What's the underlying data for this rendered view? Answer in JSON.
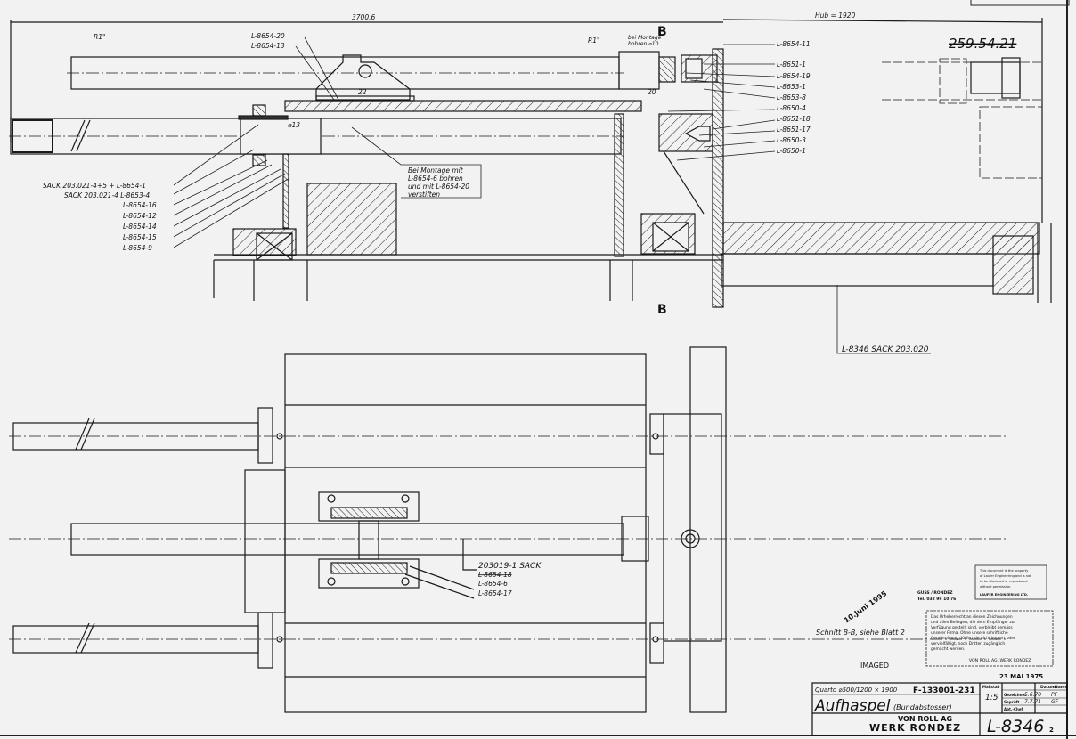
{
  "drawing": {
    "dimensions": {
      "overall_length": "3700.6",
      "stroke": "Hub = 1920",
      "r1_left": "R1\"",
      "r1_right": "R1\"",
      "d22": "22",
      "d20": "20",
      "d13": "⌀13",
      "section_top": "B",
      "section_bottom": "B"
    },
    "drill_note": [
      "bei Montage",
      "bohren ⌀10"
    ],
    "crossed_number": "259.54.21",
    "top_left_labels": [
      "L-8654-20",
      "L-8654-13"
    ],
    "bottom_left_labels": [
      "SACK 203.021-4+5  +  L-8654-1",
      "SACK 203.021-4  L-8653-4",
      "L-8654-16",
      "L-8654-12",
      "L-8654-14",
      "L-8654-15",
      "L-8654-9"
    ],
    "mounting_note": [
      "Bei Montage mit",
      "L-8654-6 bohren",
      "und mit L-8654-20",
      "verstiften"
    ],
    "right_labels": [
      "L-8654-11",
      "L-8651-1",
      "L-8654-19",
      "L-8653-1",
      "L-8653-8",
      "L-8650-4",
      "L-8651-18",
      "L-8651-17",
      "L-8650-3",
      "L-8650-1"
    ],
    "base_label": "L-8346  SACK 203.020",
    "plan_labels": [
      "203019-1 SACK",
      "L-8654-18",
      "L-8654-6",
      "L-8654-17"
    ],
    "section_note": "Schnitt B-B, siehe Blatt 2",
    "imaged_stamp": "IMAGED",
    "date_stamp": "10.Juni 1995",
    "received_stamp": "23 MAI 1975",
    "small_stamp": [
      "GUSS / RONDEZ",
      "Tel. 032 99 10 76"
    ],
    "copyright_box": [
      "Das Urheberrecht an diesen Zeichnungen",
      "und allen Beilagen, die dem Empfänger zur",
      "Verfügung gestellt sind, verbleibt gemäss",
      "unserer Firma. Ohne unsere schriftliche",
      "Genehmigung dürfen sie nicht kopiert oder",
      "vervielfältigt, noch Dritten zugänglich",
      "gemacht werden.",
      "VON ROLL AG. WERK RONDEZ"
    ],
    "confidential_box": [
      "This document is the property",
      "of Laufer Engineering and is not",
      "to be disclosed or reproduced",
      "without permission.",
      "LAUFER ENGINEERING LTD."
    ]
  },
  "title_block": {
    "spec": "Quarto ⌀500/1200 × 1900",
    "order_no": "F-133001-231",
    "title": "Aufhaspel",
    "subtitle": "(Bundabstosser)",
    "scale_label": "Maßstab",
    "scale": "1:5",
    "company": "VON ROLL AG",
    "works": "WERK RONDEZ",
    "drawing_no": "L-8346",
    "sheet": "2",
    "col_date": "Datum",
    "col_name": "Name",
    "rows": [
      {
        "label": "Gezeichnet",
        "date": "5.6.70",
        "name": "PF"
      },
      {
        "label": "Geprüft",
        "date": "7.7.71",
        "name": "GF"
      },
      {
        "label": "Abt.-Chef",
        "date": "",
        "name": ""
      }
    ]
  }
}
